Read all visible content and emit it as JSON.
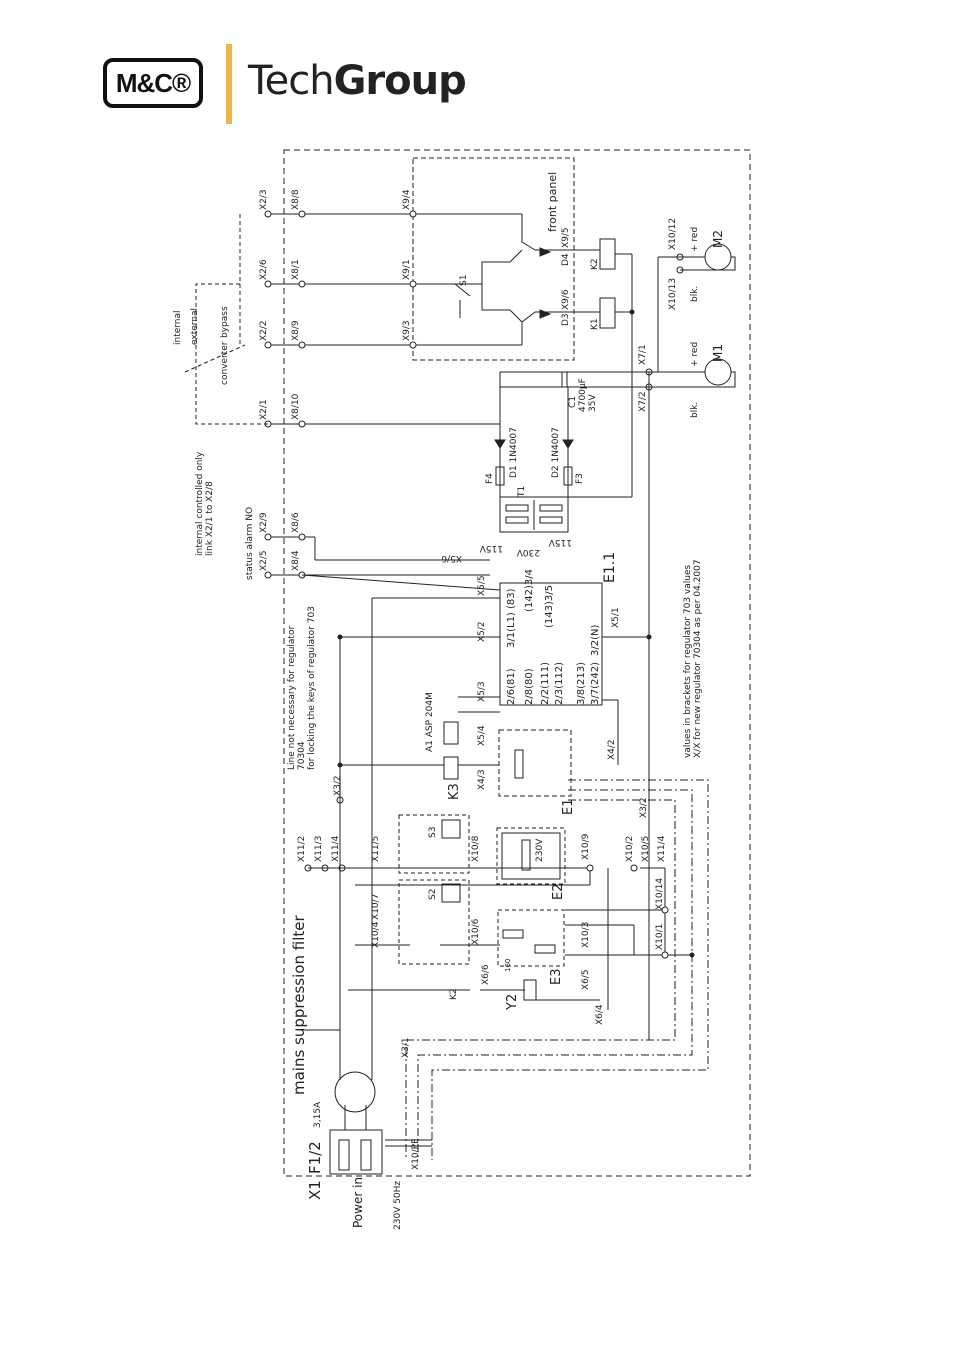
{
  "logo": {
    "badge": "M&C®",
    "tech": "Tech",
    "group": "Group"
  },
  "labels": {
    "x2_3": "X2/3",
    "x2_6": "X2/6",
    "x2_2": "X2/2",
    "x2_1": "X2/1",
    "x2_9": "X2/9",
    "x2_5": "X2/5",
    "x8_8": "X8/8",
    "x8_1": "X8/1",
    "x8_9": "X8/9",
    "x8_10": "X8/10",
    "x8_6": "X8/6",
    "x8_4": "X8/4",
    "x9_4": "X9/4",
    "x9_1": "X9/1",
    "x9_3": "X9/3",
    "x9_5": "X9/5",
    "x9_6": "X9/6",
    "front_panel": "front panel",
    "s1": "S1",
    "d3": "D3",
    "d4": "D4",
    "k1": "K1",
    "k2": "K2",
    "x10_12": "X10/12",
    "x10_13": "X10/13",
    "x7_1": "X7/1",
    "x7_2": "X7/2",
    "plus_red_m2": "+ red",
    "blk_m2": "blk.",
    "m2": "M2",
    "plus_red_m1": "+ red",
    "blk_m1": "blk.",
    "m1": "M1",
    "c1": "C1",
    "c1_val": "4700µF",
    "c1_volt": "35V",
    "d1": "D1 1N4007",
    "d2": "D2 1N4007",
    "f4": "F4",
    "f3": "F3",
    "t1": "T1",
    "v115a": "115V",
    "v230": "230V",
    "v115b": "115V",
    "internal": "internal",
    "external": "external",
    "bypass": "bypass",
    "converter": "converter",
    "int_ctrl_1": "internal controlled only",
    "int_ctrl_2": "link X2/1 to X2/8",
    "status_alarm": "status alarm NO",
    "x5_6": "X5/6",
    "x5_5": "X5/5",
    "x5_2": "X5/2",
    "x5_3": "X5/3",
    "x5_4": "X5/4",
    "x5_1": "X5/1",
    "e1_1": "E1.1",
    "t83": "3/1(L1)  (83)",
    "t142": "(142)3/4",
    "t143": "(143)3/5",
    "t81": "2/6(81)",
    "t80": "2/8(80)",
    "t111": "2/2(111)",
    "t112": "2/3(112)",
    "t213": "3/8(213)",
    "t242": "3/7(242)",
    "t3n": "3/2(N)",
    "line_note_1": "Line not necessary for regulator",
    "line_note_2": "70304",
    "line_note_3": "for locking the keys of regulator 703",
    "values_note_1": "values in brackets for regulator 703 values",
    "values_note_2": "X/X for new regulator 70304 as per 04.2007",
    "a1": "A1 ASP 204M",
    "k3": "K3",
    "x4_3": "X4/3",
    "x4_2": "X4/2",
    "e1": "E1",
    "x3_2": "X3/2",
    "x3_1": "X3/1",
    "x11_2": "X11/2",
    "x11_3": "X11/3",
    "x11_4": "X11/4",
    "x11_5": "X11/5",
    "x11_4b": "X11/4",
    "s3": "S3",
    "s2": "S2",
    "x10_8": "X10/8",
    "x10_9": "X10/9",
    "e2": "E2",
    "e2_label": "230V",
    "x10_2": "X10/2",
    "x10_5": "X10/5",
    "x10_3": "X10/3",
    "x10_14": "X10/14",
    "x10_4": "X10/4",
    "x10_1": "X10/1",
    "x10_7": "X10/7",
    "x10_6": "X10/6",
    "x6_6": "X6/6",
    "x6_5": "X6/5",
    "x6_4": "X6/4",
    "k2b": "K2",
    "y2": "Y2",
    "e3": "E3",
    "l60": "160",
    "mains": "mains suppression filter",
    "x1": "X1",
    "f12": "F1/2",
    "fuse": "3,15A",
    "power_in": "Power in",
    "mains_v": "230V 50Hz",
    "x10pe": "X10/PE"
  }
}
